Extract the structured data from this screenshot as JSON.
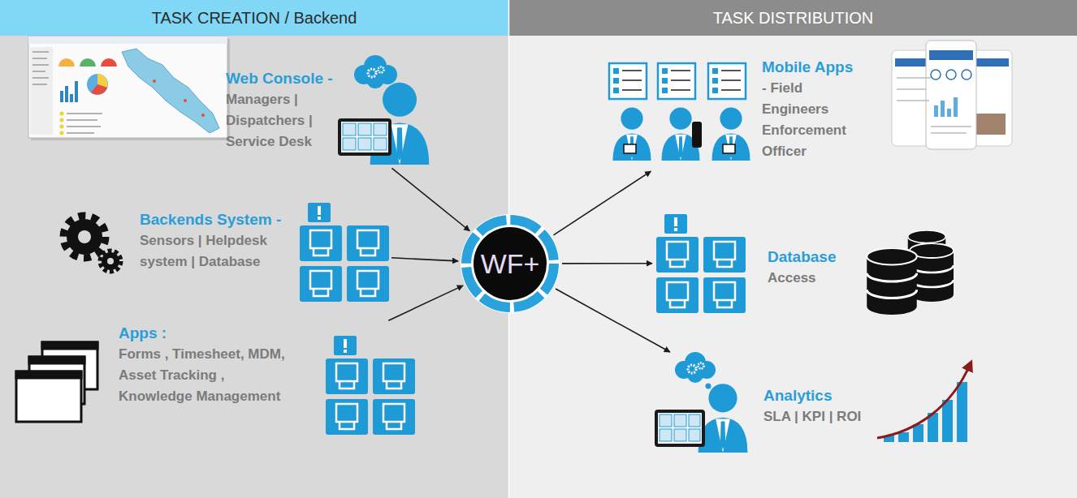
{
  "diagram": {
    "nodes": [
      {
        "text": [
          "TASK CREATION / Backend"
        ]
      },
      {
        "text": [
          "TASK DISTRIBUTION"
        ]
      },
      {
        "text": [
          "Web Console -",
          "Managers | Dispatchers | Service Desk"
        ],
        "in": 0
      },
      {
        "text": [
          "Backends System -",
          "Sensors | Helpdesk system | Database"
        ],
        "in": 0
      },
      {
        "text": [
          "Apps :",
          "Forms , Timesheet, MDM, Asset Tracking , Knowledge Management"
        ],
        "in": 0
      },
      {
        "text": [
          "WF+"
        ]
      },
      {
        "text": [
          "Mobile Apps",
          "- Field Engineers Enforcement Officer"
        ],
        "in": 1
      },
      {
        "text": [
          "Database",
          "Access"
        ],
        "in": 1
      },
      {
        "text": [
          "Analytics",
          "SLA | KPI | ROI"
        ],
        "in": 1
      }
    ],
    "edges": [
      {
        "from": 2,
        "to": 5,
        "arrow": "to"
      },
      {
        "from": 3,
        "to": 5,
        "arrow": "to"
      },
      {
        "from": 4,
        "to": 5,
        "arrow": "to"
      },
      {
        "from": 5,
        "to": 6,
        "arrow": "to"
      },
      {
        "from": 5,
        "to": 7,
        "arrow": "to"
      },
      {
        "from": 5,
        "to": 8,
        "arrow": "to"
      }
    ]
  }
}
